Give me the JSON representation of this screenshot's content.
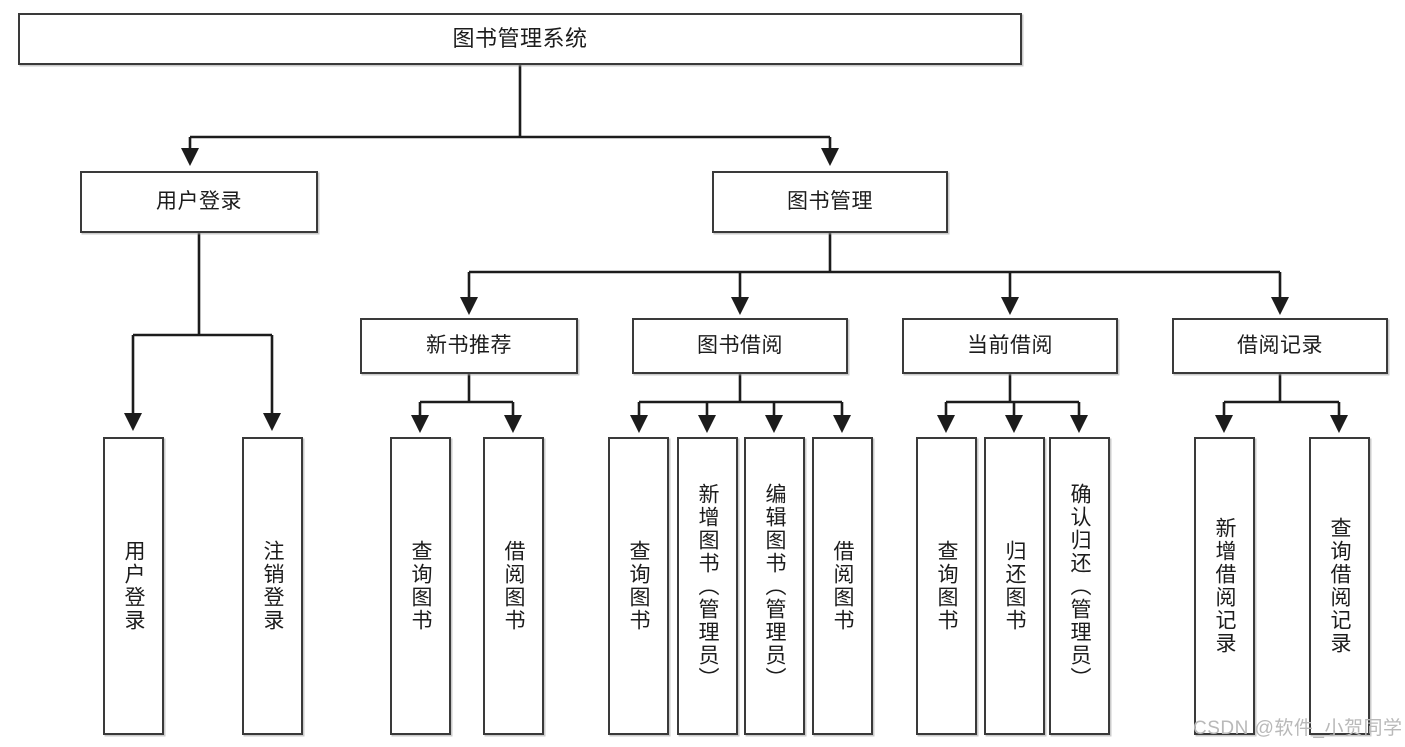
{
  "diagram": {
    "type": "tree",
    "title": "图书管理系统",
    "orientation": "top-down",
    "colors": {
      "box_border": "#3a3a3a",
      "box_fill": "#ffffff",
      "connector": "#1c1c1c",
      "text": "#1c1c1c",
      "watermark": "#b9b9b9",
      "background": "#ffffff"
    },
    "root": {
      "id": "root",
      "label": "图书管理系统"
    },
    "level1": [
      {
        "id": "user-login",
        "label": "用户登录"
      },
      {
        "id": "book-manage",
        "label": "图书管理"
      }
    ],
    "level2": [
      {
        "id": "new-book-rec",
        "label": "新书推荐",
        "parent": "book-manage"
      },
      {
        "id": "book-borrow",
        "label": "图书借阅",
        "parent": "book-manage"
      },
      {
        "id": "current-borrow",
        "label": "当前借阅",
        "parent": "book-manage"
      },
      {
        "id": "borrow-record",
        "label": "借阅记录",
        "parent": "book-manage"
      }
    ],
    "leaves": [
      {
        "id": "leaf-user-login",
        "label": "用户登录",
        "parent": "user-login"
      },
      {
        "id": "leaf-logout",
        "label": "注销登录",
        "parent": "user-login"
      },
      {
        "id": "leaf-query-book-1",
        "label": "查询图书",
        "parent": "new-book-rec"
      },
      {
        "id": "leaf-borrow-book-1",
        "label": "借阅图书",
        "parent": "new-book-rec"
      },
      {
        "id": "leaf-query-book-2",
        "label": "查询图书",
        "parent": "book-borrow"
      },
      {
        "id": "leaf-add-book",
        "label": "新增图书（管理员）",
        "parent": "book-borrow"
      },
      {
        "id": "leaf-edit-book",
        "label": "编辑图书（管理员）",
        "parent": "book-borrow"
      },
      {
        "id": "leaf-borrow-book-2",
        "label": "借阅图书",
        "parent": "book-borrow"
      },
      {
        "id": "leaf-query-book-3",
        "label": "查询图书",
        "parent": "current-borrow"
      },
      {
        "id": "leaf-return-book",
        "label": "归还图书",
        "parent": "current-borrow"
      },
      {
        "id": "leaf-confirm-return",
        "label": "确认归还（管理员）",
        "parent": "current-borrow"
      },
      {
        "id": "leaf-add-record",
        "label": "新增借阅记录",
        "parent": "borrow-record"
      },
      {
        "id": "leaf-query-record",
        "label": "查询借阅记录",
        "parent": "borrow-record"
      }
    ]
  },
  "watermark": {
    "text": "CSDN @软件_小贺同学"
  }
}
